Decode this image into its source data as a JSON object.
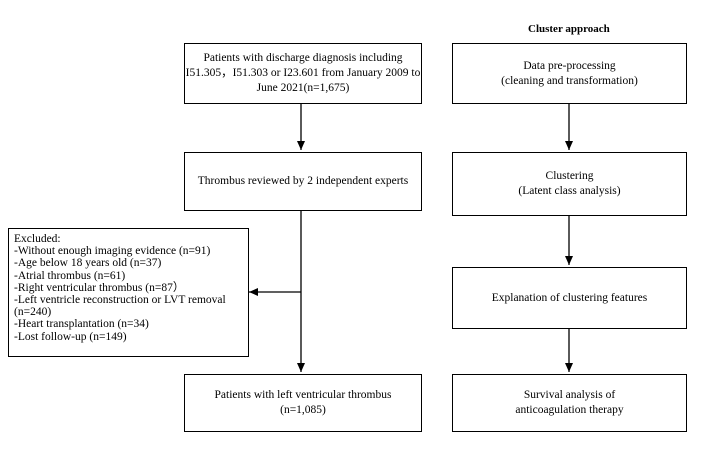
{
  "cluster_heading": "Cluster approach",
  "left_flow": {
    "patients_box": {
      "lines": [
        "Patients with discharge diagnosis including",
        "I51.305，I51.303 or I23.601 from January 2009 to",
        "June 2021(n=1,675)"
      ]
    },
    "review_box": {
      "lines": [
        "Thrombus reviewed by 2 independent experts"
      ]
    },
    "excluded_box": {
      "lines": [
        "Excluded:",
        "-Without enough imaging evidence (n=91)",
        "-Age below 18 years old (n=37)",
        "-Atrial thrombus (n=61)",
        "-Right ventricular thrombus (n=87）",
        "-Left ventricle reconstruction or LVT removal",
        "(n=240)",
        "-Heart transplantation (n=34)",
        "-Lost follow-up (n=149)"
      ]
    },
    "lvt_box": {
      "lines": [
        "Patients with left ventricular thrombus",
        "(n=1,085)"
      ]
    }
  },
  "right_flow": {
    "preprocess_box": {
      "lines": [
        "Data pre-processing",
        "(cleaning and transformation)"
      ]
    },
    "clustering_box": {
      "lines": [
        "Clustering",
        "(Latent class analysis)"
      ]
    },
    "explanation_box": {
      "lines": [
        "Explanation of clustering features"
      ]
    },
    "survival_box": {
      "lines": [
        "Survival analysis of",
        "anticoagulation therapy"
      ]
    }
  },
  "colors": {
    "stroke": "#000000",
    "background": "#ffffff"
  }
}
